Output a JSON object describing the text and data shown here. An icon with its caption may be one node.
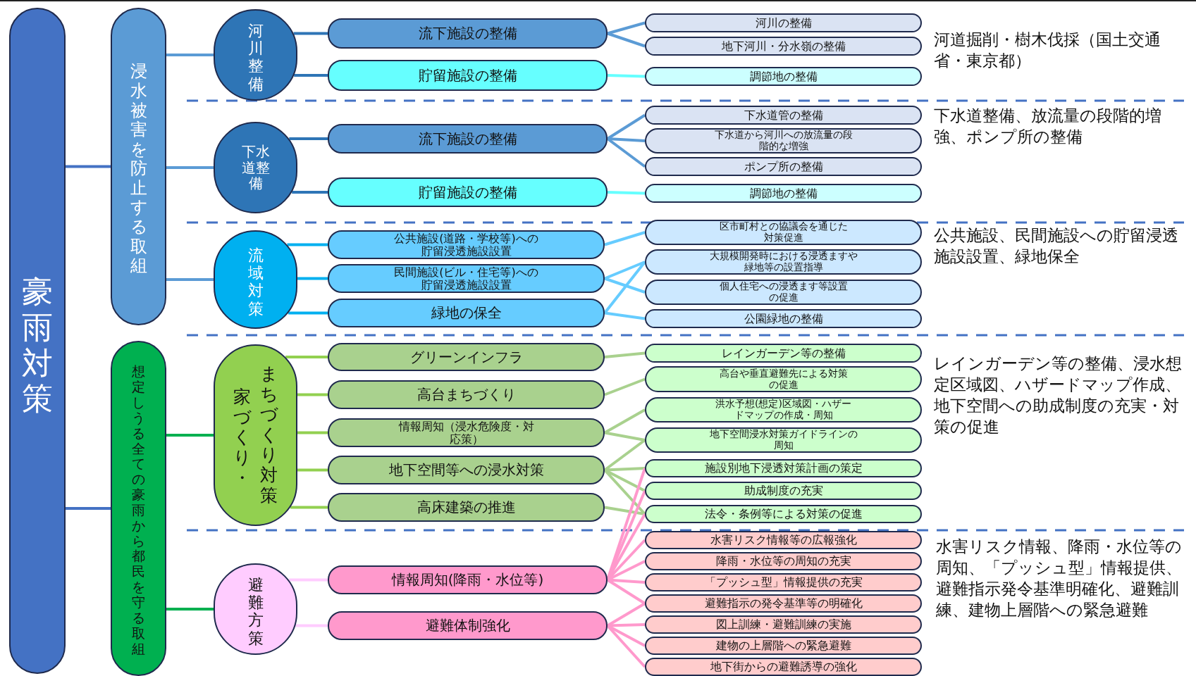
{
  "diagram": {
    "nodes": [
      {
        "text": [
          "豪雨対策"
        ]
      },
      {
        "text": [
          "浸水被害を防止する取組"
        ]
      },
      {
        "text": [
          "河川整備"
        ]
      },
      {
        "text": [
          "流下施設の整備"
        ]
      },
      {
        "text": [
          "貯留施設の整備"
        ]
      },
      {
        "text": [
          "河川の整備"
        ]
      },
      {
        "text": [
          "地下河川・分水嶺の整備"
        ]
      },
      {
        "text": [
          "調節地の整備"
        ]
      },
      {
        "text": [
          "下水道整備"
        ]
      },
      {
        "text": [
          "流下施設の整備"
        ]
      },
      {
        "text": [
          "貯留施設の整備"
        ]
      },
      {
        "text": [
          "下水道管の整備"
        ]
      },
      {
        "text": [
          "下水道から河川への放流量の段階的な増強"
        ]
      },
      {
        "text": [
          "ポンプ所の整備"
        ]
      },
      {
        "text": [
          "調節地の整備"
        ]
      },
      {
        "text": [
          "流域対策"
        ]
      },
      {
        "text": [
          "公共施設(道路・学校等)への貯留浸透施設設置"
        ]
      },
      {
        "text": [
          "民間施設(ビル・住宅等)への貯留浸透施設設置"
        ]
      },
      {
        "text": [
          "緑地の保全"
        ]
      },
      {
        "text": [
          "区市町村との協議会を通じた対策促進"
        ]
      },
      {
        "text": [
          "大規模開発時における浸透ますや緑地等の設置指導"
        ]
      },
      {
        "text": [
          "個人住宅への浸透ます等設置の促進"
        ]
      },
      {
        "text": [
          "公園緑地の整備"
        ]
      },
      {
        "text": [
          "想定しうる全ての豪雨から都民を守る取組"
        ]
      },
      {
        "text": [
          "家づくり・",
          "まちづくり対策"
        ]
      },
      {
        "text": [
          "グリーンインフラ"
        ]
      },
      {
        "text": [
          "高台まちづくり"
        ]
      },
      {
        "text": [
          "情報周知（浸水危険度・対応策）"
        ]
      },
      {
        "text": [
          "地下空間等への浸水対策"
        ]
      },
      {
        "text": [
          "高床建築の推進"
        ]
      },
      {
        "text": [
          "レインガーデン等の整備"
        ]
      },
      {
        "text": [
          "高台や垂直避難先による対策の促進"
        ]
      },
      {
        "text": [
          "洪水予想(想定)区域図・ハザードマップの作成・周知"
        ]
      },
      {
        "text": [
          "地下空間浸水対策ガイドラインの周知"
        ]
      },
      {
        "text": [
          "施設別地下浸透対策計画の策定"
        ]
      },
      {
        "text": [
          "助成制度の充実"
        ]
      },
      {
        "text": [
          "法令・条例等による対策の促進"
        ]
      },
      {
        "text": [
          "避難方策"
        ]
      },
      {
        "text": [
          "情報周知(降雨・水位等)"
        ]
      },
      {
        "text": [
          "避難体制強化"
        ]
      },
      {
        "text": [
          "水害リスク情報等の広報強化"
        ]
      },
      {
        "text": [
          "降雨・水位等の周知の充実"
        ]
      },
      {
        "text": [
          "「プッシュ型」情報提供の充実"
        ]
      },
      {
        "text": [
          "避難指示の発令基準等の明確化"
        ]
      },
      {
        "text": [
          "図上訓練・避難訓練の実施"
        ]
      },
      {
        "text": [
          "建物の上層階への緊急避難"
        ]
      },
      {
        "text": [
          "地下街からの避難誘導の強化"
        ]
      }
    ],
    "edges": [
      {
        "from": 0,
        "to": 1,
        "arrow": "none",
        "color": "#4472c4"
      },
      {
        "from": 0,
        "to": 23,
        "arrow": "none",
        "color": "#4472c4"
      },
      {
        "from": 1,
        "to": 2,
        "arrow": "none",
        "color": "#5b9bd5"
      },
      {
        "from": 1,
        "to": 8,
        "arrow": "none",
        "color": "#5b9bd5"
      },
      {
        "from": 1,
        "to": 15,
        "arrow": "none",
        "color": "#5b9bd5"
      },
      {
        "from": 2,
        "to": 3,
        "arrow": "none",
        "color": "#2e75b6"
      },
      {
        "from": 2,
        "to": 4,
        "arrow": "none",
        "color": "#2e75b6"
      },
      {
        "from": 3,
        "to": 5,
        "arrow": "none",
        "color": "#5b9bd5"
      },
      {
        "from": 3,
        "to": 6,
        "arrow": "none",
        "color": "#5b9bd5"
      },
      {
        "from": 4,
        "to": 7,
        "arrow": "none",
        "color": "#66ffff"
      },
      {
        "from": 8,
        "to": 9,
        "arrow": "none",
        "color": "#2e75b6"
      },
      {
        "from": 8,
        "to": 10,
        "arrow": "none",
        "color": "#2e75b6"
      },
      {
        "from": 9,
        "to": 11,
        "arrow": "none",
        "color": "#5b9bd5"
      },
      {
        "from": 9,
        "to": 12,
        "arrow": "none",
        "color": "#5b9bd5"
      },
      {
        "from": 9,
        "to": 13,
        "arrow": "none",
        "color": "#5b9bd5"
      },
      {
        "from": 10,
        "to": 14,
        "arrow": "none",
        "color": "#66ffff"
      },
      {
        "from": 15,
        "to": 16,
        "arrow": "none",
        "color": "#00b0f0"
      },
      {
        "from": 15,
        "to": 17,
        "arrow": "none",
        "color": "#00b0f0"
      },
      {
        "from": 15,
        "to": 18,
        "arrow": "none",
        "color": "#00b0f0"
      },
      {
        "from": 16,
        "to": 19,
        "arrow": "none",
        "color": "#66ccff"
      },
      {
        "from": 17,
        "to": 20,
        "arrow": "none",
        "color": "#66ccff"
      },
      {
        "from": 17,
        "to": 21,
        "arrow": "none",
        "color": "#66ccff"
      },
      {
        "from": 18,
        "to": 20,
        "arrow": "none",
        "color": "#66ccff"
      },
      {
        "from": 18,
        "to": 22,
        "arrow": "none",
        "color": "#66ccff"
      },
      {
        "from": 23,
        "to": 24,
        "arrow": "none",
        "color": "#00b050"
      },
      {
        "from": 23,
        "to": 37,
        "arrow": "none",
        "color": "#00b050"
      },
      {
        "from": 24,
        "to": 25,
        "arrow": "none",
        "color": "#92d050"
      },
      {
        "from": 24,
        "to": 26,
        "arrow": "none",
        "color": "#92d050"
      },
      {
        "from": 24,
        "to": 27,
        "arrow": "none",
        "color": "#92d050"
      },
      {
        "from": 24,
        "to": 28,
        "arrow": "none",
        "color": "#92d050"
      },
      {
        "from": 24,
        "to": 29,
        "arrow": "none",
        "color": "#92d050"
      },
      {
        "from": 25,
        "to": 30,
        "arrow": "none",
        "color": "#a9d18e"
      },
      {
        "from": 26,
        "to": 31,
        "arrow": "none",
        "color": "#a9d18e"
      },
      {
        "from": 27,
        "to": 32,
        "arrow": "none",
        "color": "#a9d18e"
      },
      {
        "from": 27,
        "to": 33,
        "arrow": "none",
        "color": "#a9d18e"
      },
      {
        "from": 28,
        "to": 33,
        "arrow": "none",
        "color": "#a9d18e"
      },
      {
        "from": 28,
        "to": 34,
        "arrow": "none",
        "color": "#a9d18e"
      },
      {
        "from": 28,
        "to": 35,
        "arrow": "none",
        "color": "#a9d18e"
      },
      {
        "from": 28,
        "to": 36,
        "arrow": "none",
        "color": "#a9d18e"
      },
      {
        "from": 29,
        "to": 36,
        "arrow": "none",
        "color": "#a9d18e"
      },
      {
        "from": 37,
        "to": 38,
        "arrow": "none",
        "color": "#ffccff"
      },
      {
        "from": 37,
        "to": 39,
        "arrow": "none",
        "color": "#ffccff"
      },
      {
        "from": 38,
        "to": 40,
        "arrow": "none"
      },
      {
        "from": 38,
        "to": 41,
        "arrow": "none"
      },
      {
        "from": 38,
        "to": 42,
        "arrow": "none"
      },
      {
        "from": 38,
        "to": 43,
        "arrow": "none"
      },
      {
        "from": 38,
        "to": 34,
        "arrow": "none"
      },
      {
        "from": 38,
        "to": 35,
        "arrow": "none"
      },
      {
        "from": 38,
        "to": 36,
        "arrow": "none"
      },
      {
        "from": 39,
        "to": 43,
        "arrow": "none"
      },
      {
        "from": 39,
        "to": 44,
        "arrow": "none"
      },
      {
        "from": 39,
        "to": 45,
        "arrow": "none"
      },
      {
        "from": 39,
        "to": 46,
        "arrow": "none"
      }
    ],
    "labels": [
      "河道掘削・樹木伐採（国土交通省・東京都）",
      "下水道整備、放流量の段階的増強、ポンプ所の整備",
      "公共施設、民間施設への貯留浸透施設設置、緑地保全",
      "レインガーデン等の整備、浸水想定区域図、ハザードマップ作成、地下空間への助成制度の充実・対策の促進",
      "水害リスク情報、降雨・水位等の周知、「プッシュ型」情報提供、避難指示発令基準明確化、避難訓練、建物上層階への緊急避難"
    ]
  }
}
